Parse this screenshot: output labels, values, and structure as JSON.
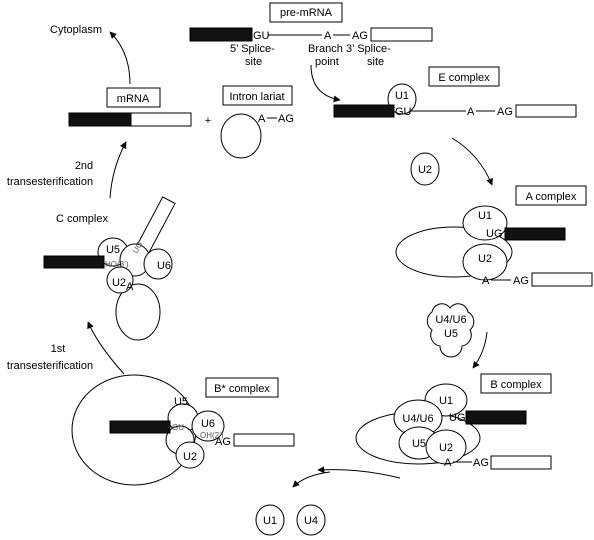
{
  "title_box": "pre-mRNA",
  "premrna": {
    "gu": "GU",
    "a": "A",
    "ag": "AG",
    "five_ss": [
      "5’ Splice-",
      "site"
    ],
    "branch": [
      "Branch",
      "point"
    ],
    "three_ss": [
      "3’ Splice-",
      "site"
    ]
  },
  "cytoplasm": "Cytoplasm",
  "mrna_label": "mRNA",
  "plus": "+",
  "lariat": {
    "label": "Intron lariat",
    "a": "A",
    "ag": "AG"
  },
  "e_complex": {
    "label": "E complex",
    "u1": "U1",
    "gu": "GU",
    "a": "A",
    "ag": "AG"
  },
  "u2_free": "U2",
  "a_complex": {
    "label": "A complex",
    "u1": "U1",
    "u2": "U2",
    "ug": "UG",
    "a": "A",
    "ag": "AG"
  },
  "u4u6u5": [
    "U4/U6",
    "U5"
  ],
  "b_complex": {
    "label": "B complex",
    "u1": "U1",
    "u4u6": "U4/U6",
    "u5": "U5",
    "u2": "U2",
    "ug": "UG",
    "a": "A",
    "ag": "AG"
  },
  "released": [
    "U1",
    "U4"
  ],
  "bstar_complex": {
    "label": "B* complex",
    "u5": "U5",
    "u6": "U6",
    "u2": "U2",
    "gu": "GU",
    "oh": "OH(2’)",
    "ag": "AG"
  },
  "first_trans": [
    "1st",
    "transesterification"
  ],
  "c_complex": {
    "label": "C complex",
    "u5": "U5",
    "u6": "U6",
    "u2": "U2",
    "ho": "HO(3’)",
    "ug": "UG",
    "a": "A"
  },
  "second_trans": [
    "2nd",
    "transesterification"
  ]
}
